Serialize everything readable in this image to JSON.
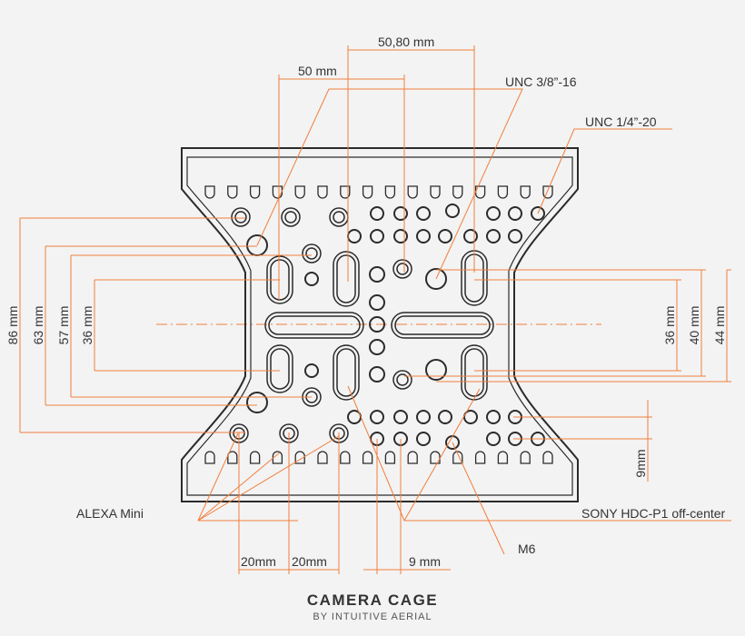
{
  "colors": {
    "dimension": "#f07f3c",
    "outline": "#2b2b2b",
    "background": "#f3f3f3",
    "text": "#333333"
  },
  "dimensions": {
    "top_spacing_50_80": "50,80 mm",
    "top_spacing_50": "50 mm",
    "left_86": "86 mm",
    "left_63": "63 mm",
    "left_57": "57 mm",
    "left_36": "36 mm",
    "right_36": "36 mm",
    "right_40": "40 mm",
    "right_44": "44 mm",
    "right_9": "9mm",
    "bottom_20a": "20mm",
    "bottom_20b": "20mm",
    "bottom_9": "9 mm"
  },
  "callouts": {
    "unc_3_8": "UNC 3/8”-16",
    "unc_1_4": "UNC 1/4”-20",
    "alexa_mini": "ALEXA Mini",
    "sony_main": "SONY HDC-P1",
    "sony_suffix": " off-center",
    "m6": "M6"
  },
  "caption": {
    "title": "CAMERA CAGE",
    "subtitle": "BY INTUITIVE AERIAL"
  }
}
